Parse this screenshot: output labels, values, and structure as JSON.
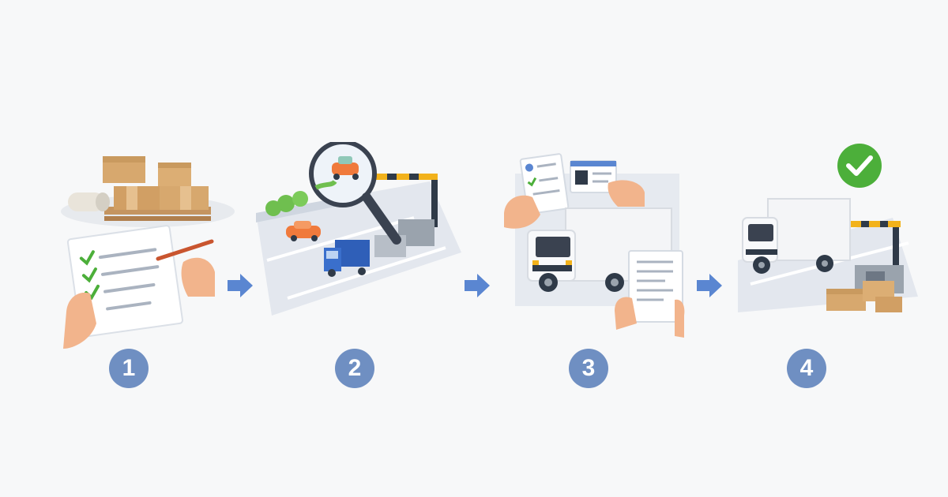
{
  "colors": {
    "badge": "#6f8fc2",
    "arrow": "#5a86d1",
    "check": "#4caf3a",
    "box": "#d7a86e",
    "truck_blue": "#2f5fb8",
    "car_orange": "#f07a3c",
    "barrier_yellow": "#f2b21b",
    "road": "#e3e7ee"
  },
  "steps": [
    {
      "number": "1",
      "icon": "clipboard-checklist-with-boxes-icon"
    },
    {
      "number": "2",
      "icon": "magnifier-over-checkpoint-road-icon"
    },
    {
      "number": "3",
      "icon": "documents-and-truck-icon"
    },
    {
      "number": "4",
      "icon": "truck-cleared-at-gate-icon"
    }
  ],
  "arrows": [
    "arrow-right-icon",
    "arrow-right-icon",
    "arrow-right-icon"
  ]
}
